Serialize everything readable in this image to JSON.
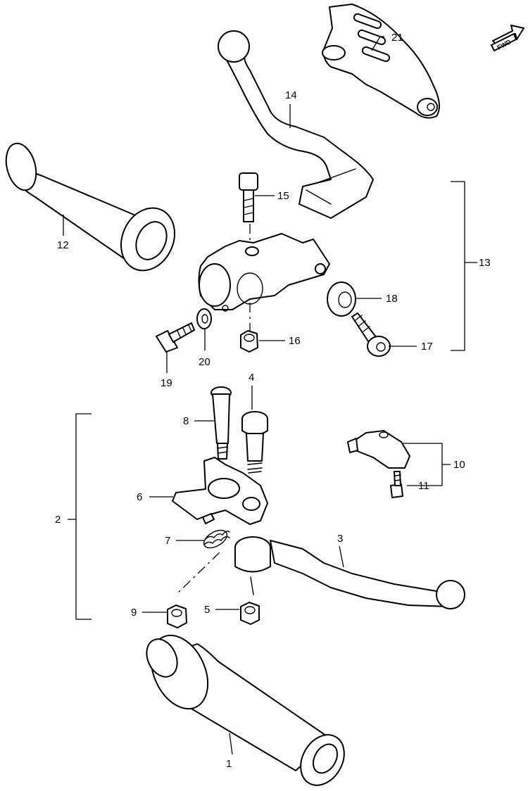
{
  "fwd_indicator": "FWD",
  "labels": {
    "p1": "1",
    "p2": "2",
    "p3": "3",
    "p4": "4",
    "p5": "5",
    "p6": "6",
    "p7": "7",
    "p8": "8",
    "p9": "9",
    "p10": "10",
    "p11": "11",
    "p12": "12",
    "p13": "13",
    "p14": "14",
    "p15": "15",
    "p16": "16",
    "p17": "17",
    "p18": "18",
    "p19": "19",
    "p20": "20",
    "p21": "21"
  }
}
